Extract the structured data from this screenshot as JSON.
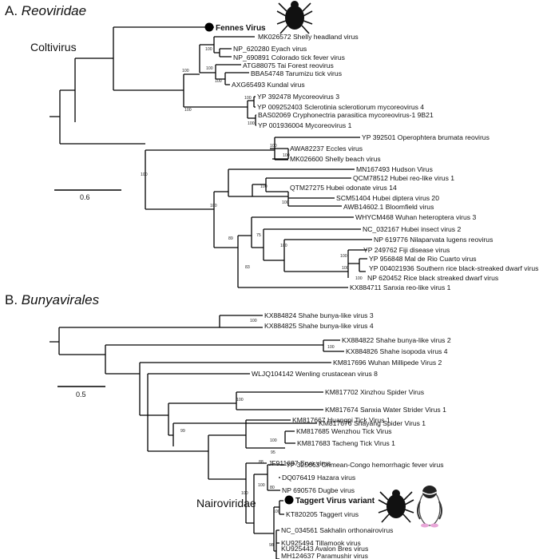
{
  "panels": {
    "a": {
      "letter": "A.",
      "taxon": "Reoviridae",
      "clade_label": "Coltivirus",
      "scale_label": "0.6"
    },
    "b": {
      "letter": "B.",
      "taxon": "Bunyavirales",
      "clade_label": "Nairoviridae",
      "scale_label": "0.5"
    }
  },
  "leaves_a": [
    "Fennes Virus",
    "MK026572 Shelly headland virus",
    "NP_620280 Eyach virus",
    "NP_690891 Colorado tick fever virus",
    "ATG88075 Tai Forest reovirus",
    "BBA54748 Tarumizu tick virus",
    "AXG65493 Kundal virus",
    "YP 392478 Mycoreovirus 3",
    "YP 009252403 Sclerotinia sclerotiorum mycoreovirus 4",
    "BAS02069 Cryphonectria parasitica mycoreovirus-1 9B21",
    "YP 001936004 Mycoreovirus 1",
    "YP 392501 Operophtera brumata reovirus",
    "AWA82237 Eccles virus",
    "MK026600 Shelly beach virus",
    "MN167493 Hudson Virus",
    "QCM78512 Hubei reo-like virus 1",
    "QTM27275 Hubei odonate virus 14",
    "SCM51404 Hubei diptera virus 20",
    "AWB14602.1 Bloomfield virus",
    "WHYCM468 Wuhan heteroptera virus 3",
    "NC_032167 Hubei insect virus 2",
    "NP 619776 Nilaparvata lugens reovirus",
    "YP 249762 Fiji disease virus",
    "YP 956848 Mal de Rio Cuarto virus",
    "YP 004021936 Southern rice black-streaked dwarf virus",
    "NP 620452 Rice black streaked dwarf virus",
    "KX884711 Sanxia reo-like virus 1"
  ],
  "leaves_b": [
    "KX884824 Shahe bunya-like virus 3",
    "KX884825 Shahe bunya-like virus 4",
    "KX884822 Shahe bunya-like virus 2",
    "KX884826 Shahe isopoda virus 4",
    "KM817696 Wuhan Millipede Virus 2",
    "WLJQ104142 Wenling crustacean virus 8",
    "KM817702 Xinzhou Spider Virus",
    "KM817674 Sanxia Water Strider Virus 1",
    "KM817676 Shayang Spider Virus 1",
    "KM817667 Huangpi Tick Virus 1",
    "KM817685 Wenzhou Tick Virus",
    "KM817683 Tacheng Tick Virus 1",
    "JF911697 Erve virus",
    "YP 325663 Crimean-Congo hemorrhagic fever virus",
    "DQ076419 Hazara virus",
    "NP 690576 Dugbe virus",
    "Taggert Virus variant",
    "KT820205 Taggert virus",
    "NC_034561 Sakhalin orthonairovirus",
    "KU925494 Tillamook virus",
    "KU925443 Avalon Bres virus",
    "MH124637 Paramushir virus"
  ],
  "bootstrap": {
    "v100": "100",
    "v99": "99",
    "v98": "98",
    "v95": "95",
    "v89": "89",
    "v88": "88",
    "v83": "83",
    "v80": "80",
    "v75": "75"
  },
  "icons": [
    "tick-icon",
    "penguin-icon"
  ]
}
